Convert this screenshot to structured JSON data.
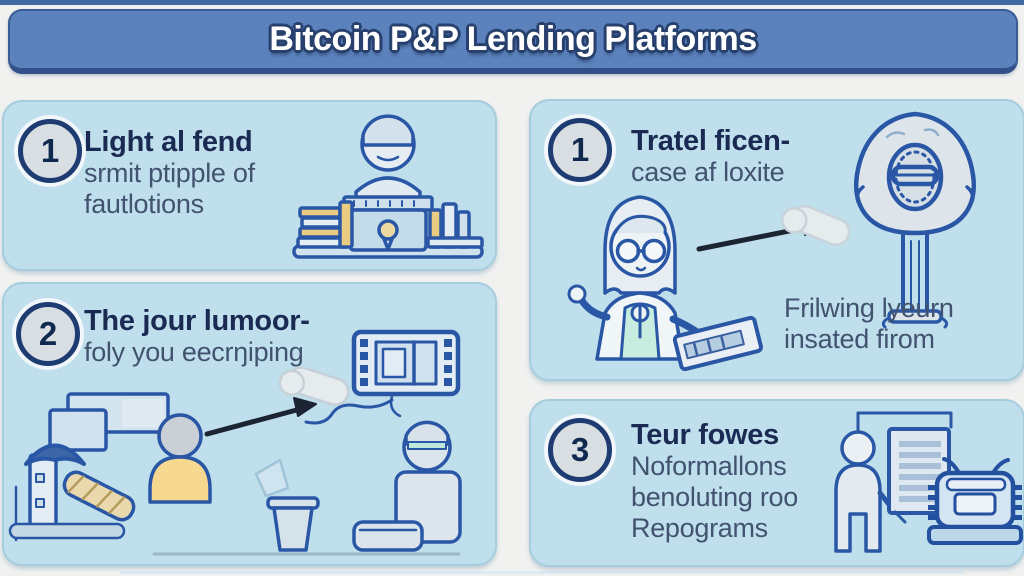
{
  "header": {
    "title": "Bitcoin P&P Lending Platforms"
  },
  "panels": {
    "p1": {
      "number": "1",
      "title": "Light al fend",
      "line1": "srmit ptipple of",
      "line2": "fautlotions"
    },
    "p2": {
      "number": "2",
      "title": "The jour lumoor-",
      "line1": "foly you eecrŋiping"
    },
    "p3": {
      "number": "1",
      "title": "Tratel ficen-",
      "line1": "case af loxite",
      "caption1": "Frilwing lyeurn",
      "caption2": "insated firom"
    },
    "p4": {
      "number": "3",
      "title": "Teur fowes",
      "line1": "Noformallons",
      "line2": "benoluting roo",
      "line3": "Repograms"
    }
  },
  "illustrations": {
    "p1": "person-working-at-computer-with-coin-stacks",
    "p2": "lamp-tower-screens-person-arrow-hand-device-pot",
    "p3": "woman-holding-ticket-arrow-hand-money-bag",
    "p4": "presenter-with-document-board-and-machine"
  },
  "colors": {
    "banner_fill": "#5b82bc",
    "banner_border": "#30508a",
    "page_bg": "#f1f2f0",
    "panel_bg": "#bfdfec",
    "panel_border": "#a6cddd",
    "title_text": "#1a2a52",
    "body_text": "#42536f",
    "line_art_blue": "#2a57a5",
    "accent_yellow": "#e9cb81",
    "accent_teal": "#bfe8dc",
    "badge_ring": "#1e3c72",
    "arrow_black": "#1c2433"
  }
}
